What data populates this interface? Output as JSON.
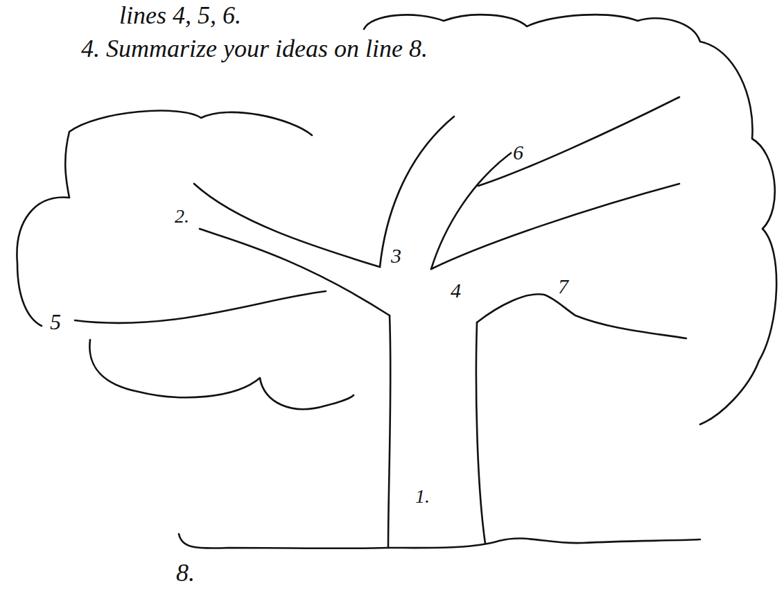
{
  "diagram": {
    "labels": [
      "lines 4, 5, 6.",
      "4. Summarize your ideas on line 8.",
      "6",
      "2.",
      "3",
      "4",
      "7",
      "5",
      "1.",
      "8."
    ]
  }
}
